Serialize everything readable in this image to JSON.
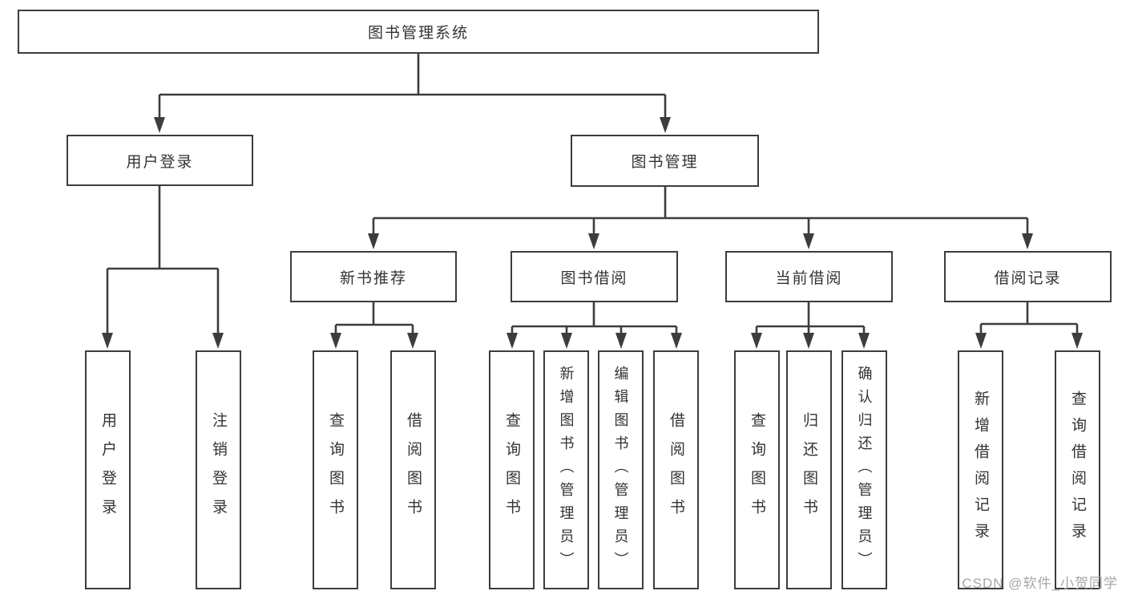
{
  "tree": {
    "root": {
      "label": "图书管理系统"
    },
    "branches": [
      {
        "label": "用户登录",
        "leaves": [
          {
            "label": "用户登录"
          },
          {
            "label": "注销登录"
          }
        ]
      },
      {
        "label": "图书管理",
        "groups": [
          {
            "label": "新书推荐",
            "leaves": [
              {
                "label": "查询图书"
              },
              {
                "label": "借阅图书"
              }
            ]
          },
          {
            "label": "图书借阅",
            "leaves": [
              {
                "label": "查询图书"
              },
              {
                "label": "新增图书（管理员）"
              },
              {
                "label": "编辑图书（管理员）"
              },
              {
                "label": "借阅图书"
              }
            ]
          },
          {
            "label": "当前借阅",
            "leaves": [
              {
                "label": "查询图书"
              },
              {
                "label": "归还图书"
              },
              {
                "label": "确认归还（管理员）"
              }
            ]
          },
          {
            "label": "借阅记录",
            "leaves": [
              {
                "label": "新增借阅记录"
              },
              {
                "label": "查询借阅记录"
              }
            ]
          }
        ]
      }
    ]
  },
  "watermark": {
    "text": "CSDN @软件_小贺同学"
  },
  "colors": {
    "line": "#3d3d3d",
    "text": "#333333",
    "background": "#ffffff",
    "watermark": "#a6a6a6"
  }
}
